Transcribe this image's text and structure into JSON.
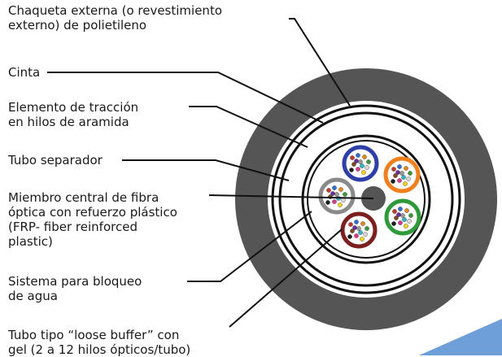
{
  "labels": {
    "jacket": [
      "Chaqueta externa (o revestimiento",
      "externo) de polietileno"
    ],
    "tape": [
      "Cinta"
    ],
    "strength": [
      "Elemento de tracción",
      "en hilos de aramida"
    ],
    "separator": [
      "Tubo separador"
    ],
    "central": [
      "Miembro central de fibra",
      "óptica con refuerzo plástico",
      "(FRP- fiber reinforced",
      "plastic)"
    ],
    "waterblock": [
      "Sistema para bloqueo",
      "de agua"
    ],
    "loose_tube": [
      "Tubo tipo “loose buffer” con",
      "gel (2 a 12 hilos ópticos/tubo)"
    ]
  },
  "colors": {
    "jacket": "#555555",
    "tube_blue": "#2e3fa8",
    "tube_orange": "#f07f1d",
    "tube_gray": "#8a8a8a",
    "tube_green": "#2f9a3a",
    "tube_red": "#7b1f1f",
    "central_member": "#555555",
    "accent_wedge": "#6e9fd8"
  }
}
